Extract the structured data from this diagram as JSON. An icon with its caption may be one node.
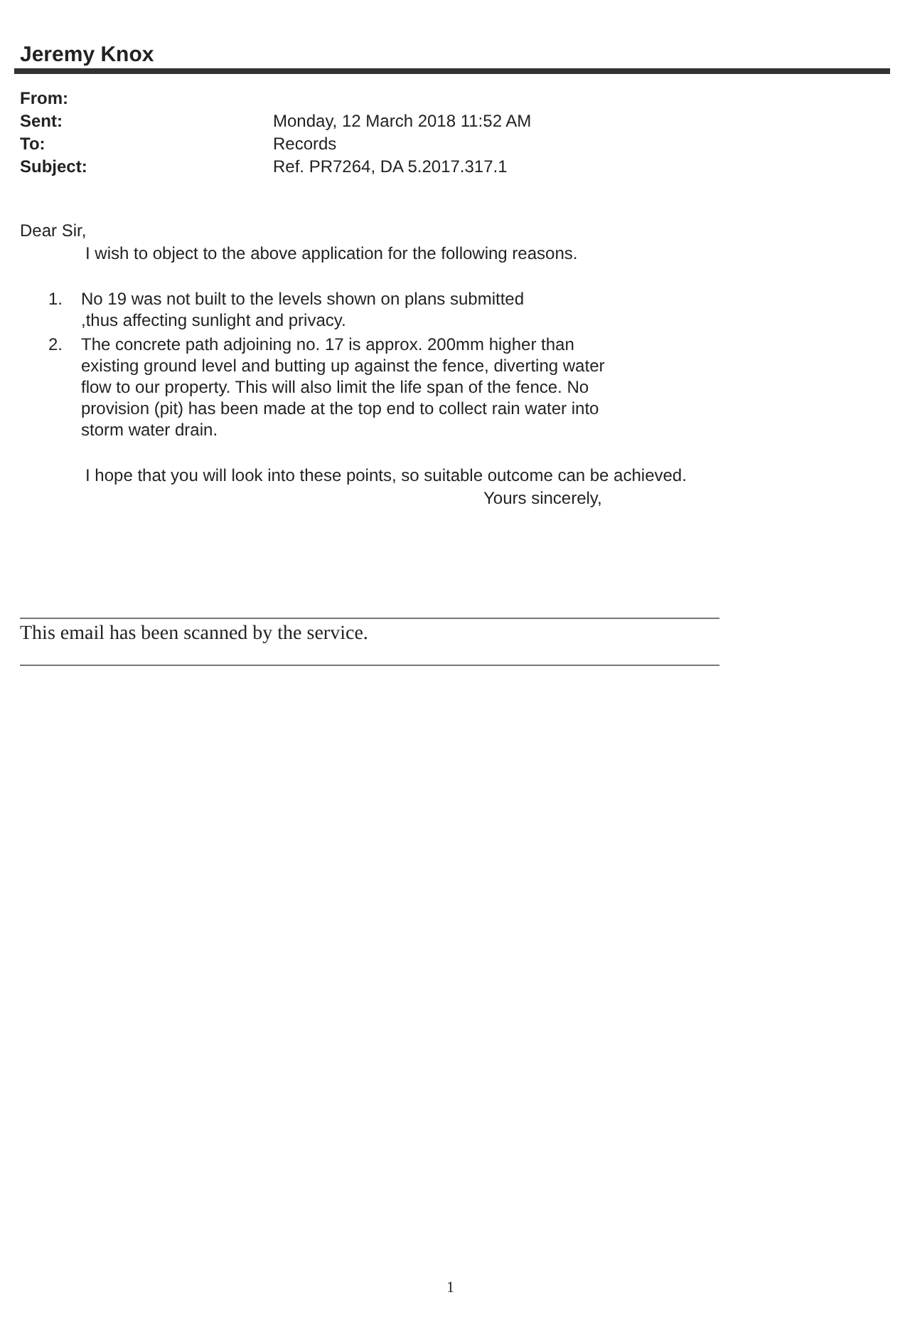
{
  "diagram": {
    "title": "Jeremy Knox",
    "labels": [
      "From:",
      "Sent:",
      "Monday, 12 March 2018 11:52 AM",
      "To:",
      "Records",
      "Subject:",
      "Ref. PR7264, DA 5.2017.317.1",
      "Dear Sir,",
      "I wish to object to the above application for the following reasons.",
      "1.",
      "No 19 was not built to the levels shown on plans submitted ,thus affecting sunlight and privacy.",
      "2.",
      "The concrete path adjoining no. 17 is approx. 200mm higher than existing ground level and butting up against the fence, diverting water flow to our property. This will also limit the life span of the fence. No provision (pit) has been made at the top end to collect rain water into storm water drain.",
      "I hope that you will look into these points, so suitable outcome can be achieved.",
      "Yours sincerely,",
      "This email has been scanned by the service.",
      "1"
    ]
  }
}
